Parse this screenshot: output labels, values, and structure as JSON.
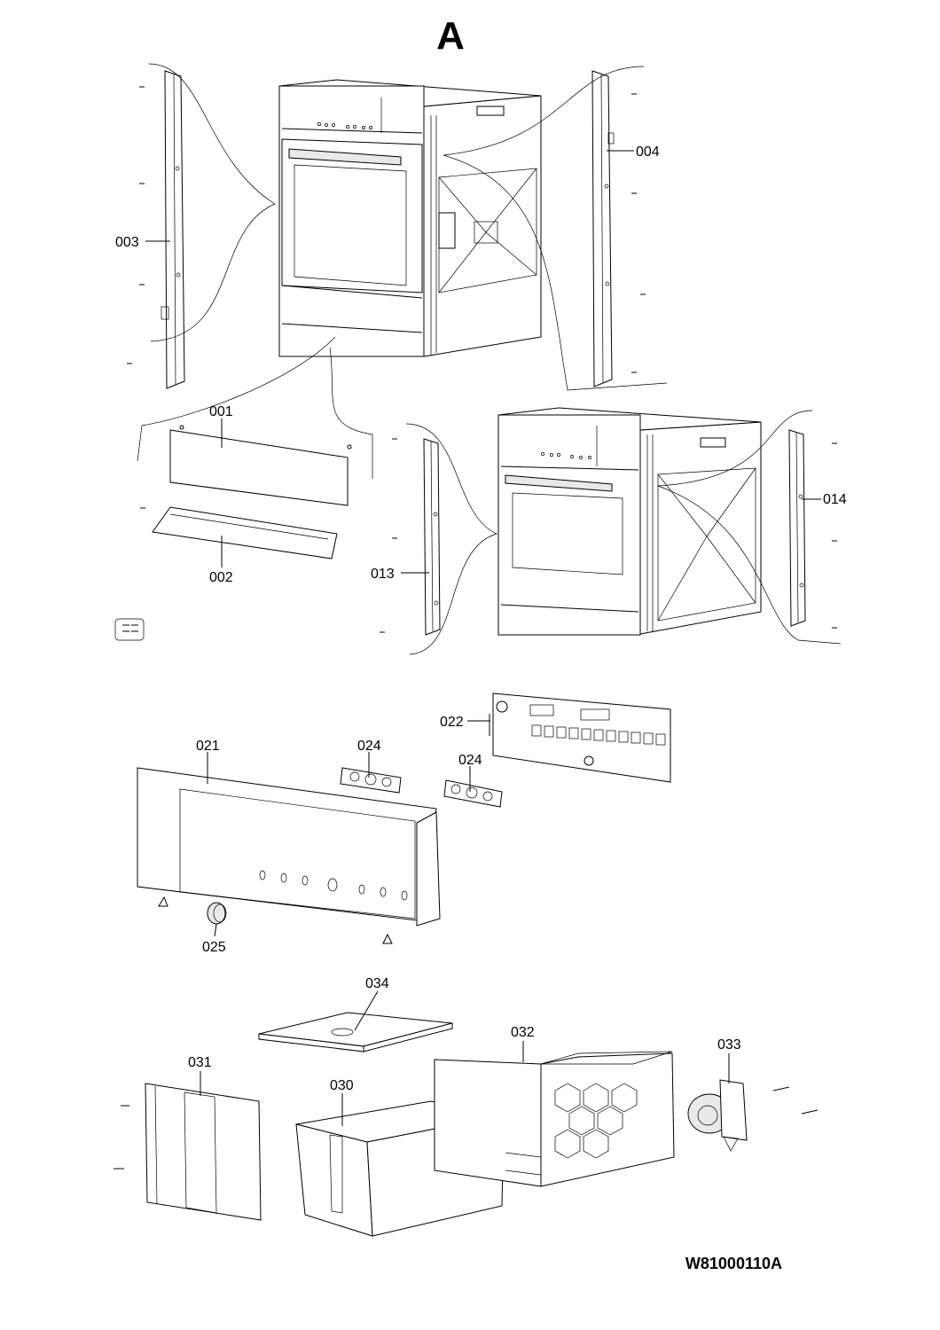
{
  "sheet": {
    "letter": "A",
    "code": "W81000110A"
  },
  "callouts": {
    "c001": "001",
    "c002": "002",
    "c003": "003",
    "c004": "004",
    "c013": "013",
    "c014": "014",
    "c021": "021",
    "c022": "022",
    "c024a": "024",
    "c024b": "024",
    "c025": "025",
    "c030": "030",
    "c031": "031",
    "c032": "032",
    "c033": "033",
    "c034": "034"
  }
}
